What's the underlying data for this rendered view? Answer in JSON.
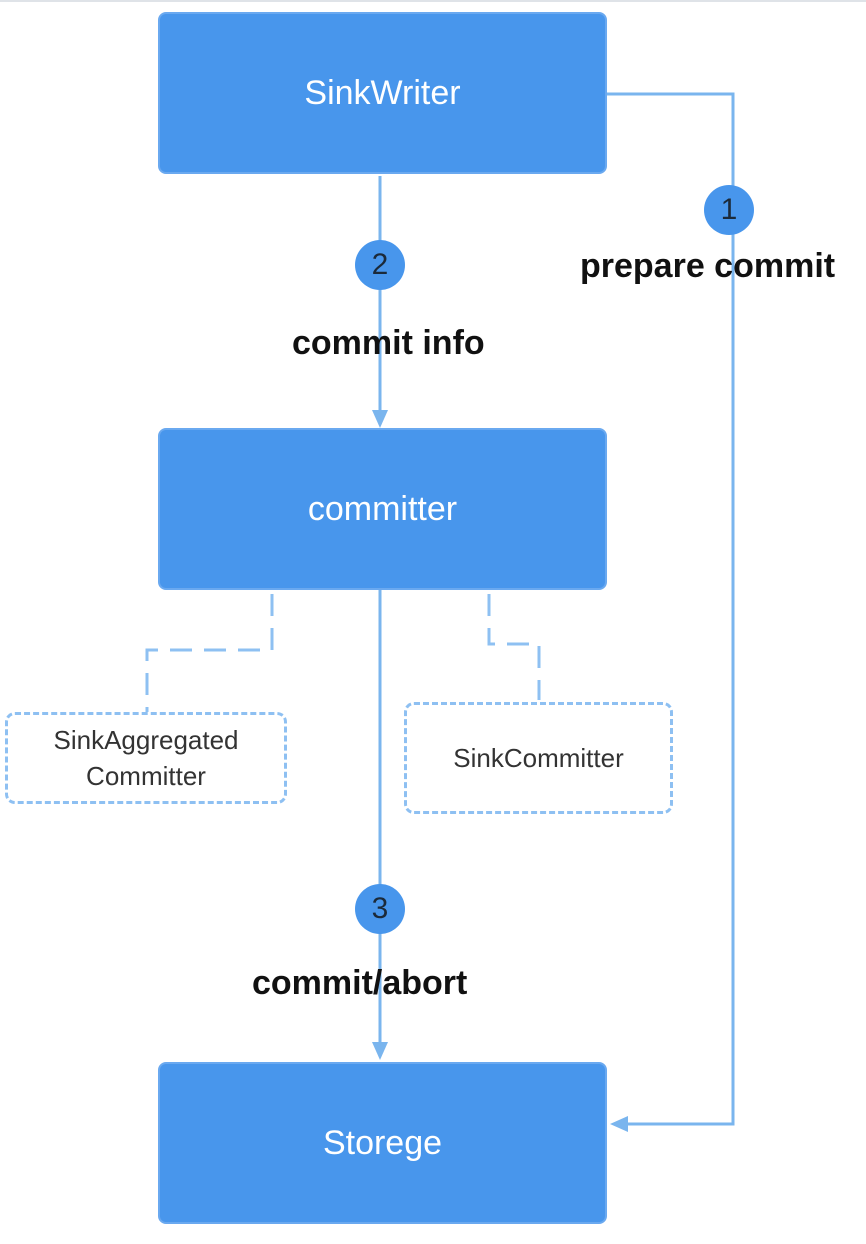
{
  "boxes": {
    "sink_writer": "SinkWriter",
    "committer": "committer",
    "storage": "Storege"
  },
  "sub_boxes": {
    "sink_aggregated_committer": "SinkAggregated\nCommitter",
    "sink_committer": "SinkCommitter"
  },
  "steps": [
    {
      "number": "1",
      "label": "prepare commit"
    },
    {
      "number": "2",
      "label": "commit info"
    },
    {
      "number": "3",
      "label": "commit/abort"
    }
  ],
  "colors": {
    "box_fill": "#4896ec",
    "connector": "#7ab5ee",
    "dashed_border": "#8ec0f2"
  }
}
